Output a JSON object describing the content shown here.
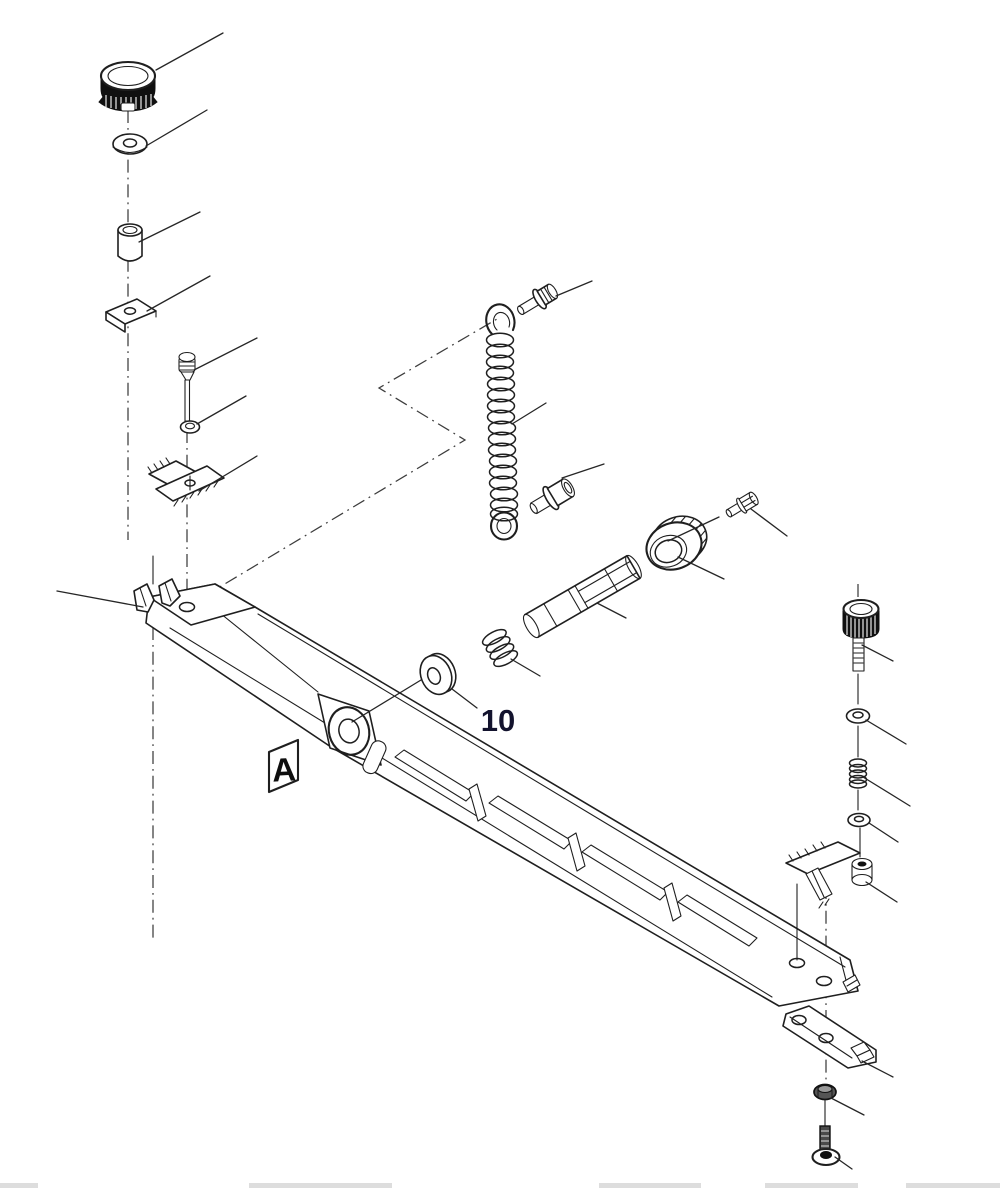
{
  "diagram": {
    "background": "#ffffff",
    "line_color": "#1f1f1f",
    "centerline_color": "#3c3c3c",
    "callout_color": "#13132e",
    "callouts": {
      "part_number": "10",
      "view_label": "A"
    },
    "parts": [
      "knurled-knob-upper",
      "flat-washer-upper",
      "cylindrical-spacer",
      "clip-nut-plate",
      "adjuster-screw",
      "screw-washer",
      "clamp-bracket-left",
      "tension-spring",
      "spring-anchor-bolt",
      "stepped-pin",
      "roller-shaft",
      "knurled-nut",
      "hex-bolt",
      "compression-spring-small",
      "pivot-washer",
      "main-arm",
      "arm-pivot-boss",
      "knurled-knob-right",
      "flat-washer-right-1",
      "compression-spring-right",
      "flat-washer-right-2",
      "clamp-bracket-right",
      "link-plate",
      "hex-nut-bottom",
      "flange-screw-bottom"
    ]
  }
}
